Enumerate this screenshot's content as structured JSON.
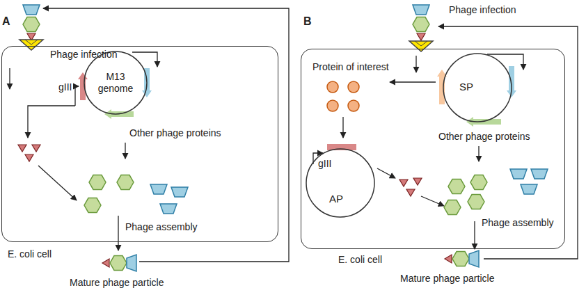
{
  "diagram": {
    "nodes": [
      {
        "text": [
          "E. coli cell"
        ]
      },
      {
        "text": [
          "M13 genome"
        ],
        "in": 0
      },
      {
        "text": [
          "E. coli cell"
        ]
      },
      {
        "text": [
          "SP"
        ],
        "in": 2
      },
      {
        "text": [
          "gIII",
          "AP"
        ],
        "in": 2
      }
    ],
    "labels": [
      "A",
      "Phage infection",
      "gIII",
      "Other phage proteins",
      "Phage assembly",
      "Mature phage particle",
      "B",
      "Phage infection",
      "Protein of interest",
      "Other phage proteins",
      "Phage assembly",
      "Mature phage particle"
    ]
  }
}
